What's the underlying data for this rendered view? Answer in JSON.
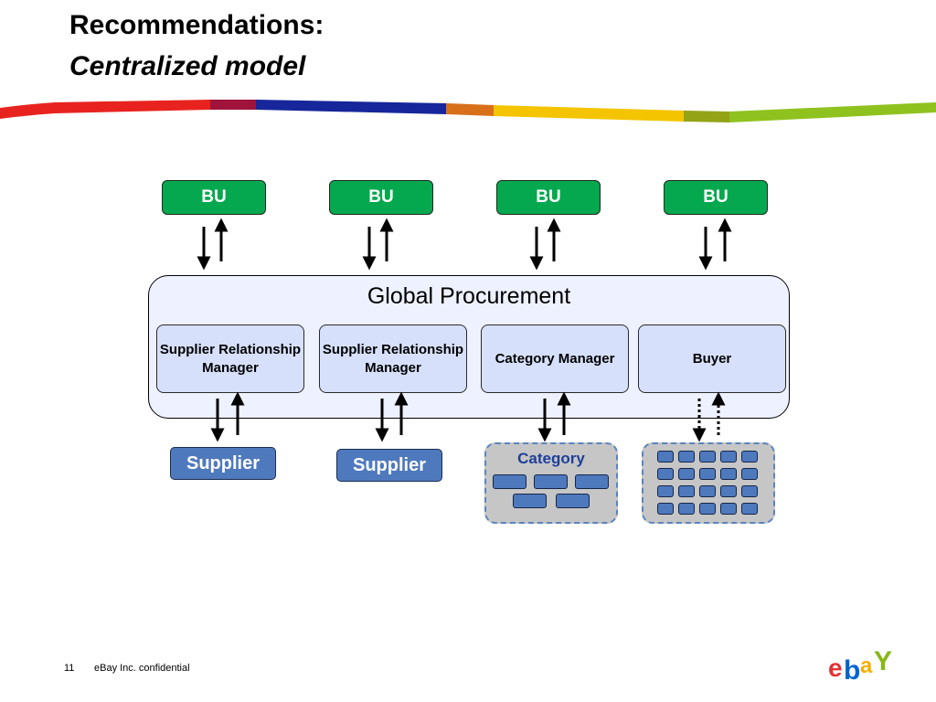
{
  "slide": {
    "title": "Recommendations:",
    "subtitle": "Centralized model",
    "page_number": "11",
    "confidential_note": "eBay Inc. confidential"
  },
  "diagram": {
    "business_units": [
      "BU",
      "BU",
      "BU",
      "BU"
    ],
    "global_procurement": {
      "title": "Global Procurement",
      "roles": [
        "Supplier Relationship Manager",
        "Supplier Relationship Manager",
        "Category Manager",
        "Buyer"
      ]
    },
    "targets": {
      "supplier_1": "Supplier",
      "supplier_2": "Supplier",
      "category": "Category"
    }
  },
  "colors": {
    "bu_green": "#05a84e",
    "role_fill": "#d7e0fb",
    "container_fill": "#eef1ff",
    "supplier_blue": "#4f79bd",
    "category_text": "#1f3f9a",
    "ebay_red": "#e53238",
    "ebay_blue": "#0064d2",
    "ebay_yellow": "#f5af02",
    "ebay_green": "#86b817"
  },
  "logo": {
    "text": "ebay",
    "icon": "ebay-logo-icon"
  }
}
